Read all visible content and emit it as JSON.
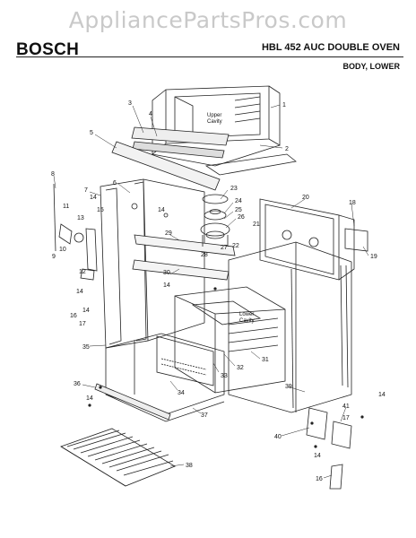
{
  "watermark": "AppliancePartsPros.com",
  "header": {
    "brand": "BOSCH",
    "model": "HBL 452 AUC DOUBLE OVEN",
    "section": "BODY, LOWER"
  },
  "diagram": {
    "cavity_labels": {
      "upper_line1": "Upper",
      "upper_line2": "Cavity",
      "lower_line1": "Lower",
      "lower_line2": "Cavity"
    },
    "callouts": [
      "1",
      "2",
      "3",
      "4",
      "5",
      "6",
      "7",
      "8",
      "9",
      "10",
      "11",
      "12",
      "13",
      "14",
      "14",
      "14",
      "14",
      "14",
      "14",
      "14",
      "14",
      "15",
      "16",
      "16",
      "17",
      "17",
      "18",
      "19",
      "20",
      "21",
      "22",
      "23",
      "24",
      "25",
      "26",
      "27",
      "28",
      "29",
      "30",
      "31",
      "32",
      "33",
      "34",
      "35",
      "36",
      "37",
      "38",
      "39",
      "40",
      "41"
    ]
  }
}
